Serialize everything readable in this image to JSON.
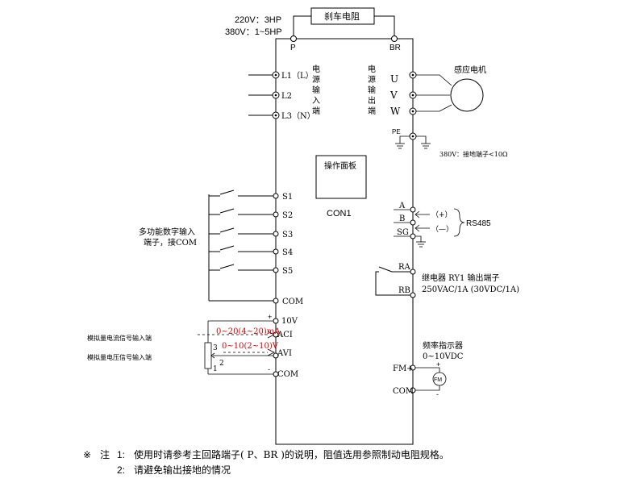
{
  "power_spec": {
    "line1": "220V：3HP",
    "line2": "380V：1~5HP"
  },
  "brake": {
    "resistor_label": "刹车电阻",
    "p": "P",
    "br": "BR"
  },
  "input": {
    "title_chars": [
      "电",
      "源",
      "输",
      "入",
      "端"
    ],
    "terminals": [
      "L1（L）",
      "L2",
      "L3（N）"
    ]
  },
  "output": {
    "title_chars": [
      "电",
      "源",
      "输",
      "出",
      "端"
    ],
    "terminals": [
      "U",
      "V",
      "W"
    ],
    "motor_label": "感应电机",
    "pe": "PE",
    "ground_note": "380V：接地端子<10Ω"
  },
  "panel": {
    "label": "操作面板",
    "con": "CON1"
  },
  "digital_inputs": {
    "terminals": [
      "S1",
      "S2",
      "S3",
      "S4",
      "S5",
      "COM"
    ],
    "note_line1": "多功能数字输入",
    "note_line2": "端子，接COM"
  },
  "rs485": {
    "terminals": [
      "A",
      "B",
      "SG"
    ],
    "plus": "（+）",
    "minus": "（—）",
    "label": "RS485"
  },
  "relay": {
    "ra": "RA",
    "rb": "RB",
    "title": "继电器 RY1 输出端子",
    "rating": "250VAC/1A (30VDC/1A)"
  },
  "analog": {
    "terminals": [
      "10V",
      "ACI",
      "AVI",
      "COM"
    ],
    "current_label": "模拟量电流信号输入端",
    "voltage_label": "模拟量电压信号输入端",
    "current_range": "0~20(4~20)mA",
    "voltage_range": "0~10(2~10)V",
    "pot_pins": [
      "3",
      "2",
      "1"
    ],
    "plus": "+",
    "minus": "-"
  },
  "freq_meter": {
    "title": "频率指示器",
    "range": "0~10VDC",
    "fm_plus": "FM+",
    "com": "COM",
    "meter": "FM",
    "plus": "+",
    "minus": "-"
  },
  "notes": {
    "mark": "※",
    "prefix": "注",
    "n1_num": "1:",
    "n1_text": "使用时请参考主回路端子( P、BR )的说明，阻值选用参照制动电阻规格。",
    "n2_num": "2:",
    "n2_text": "请避免输出接地的情况"
  }
}
